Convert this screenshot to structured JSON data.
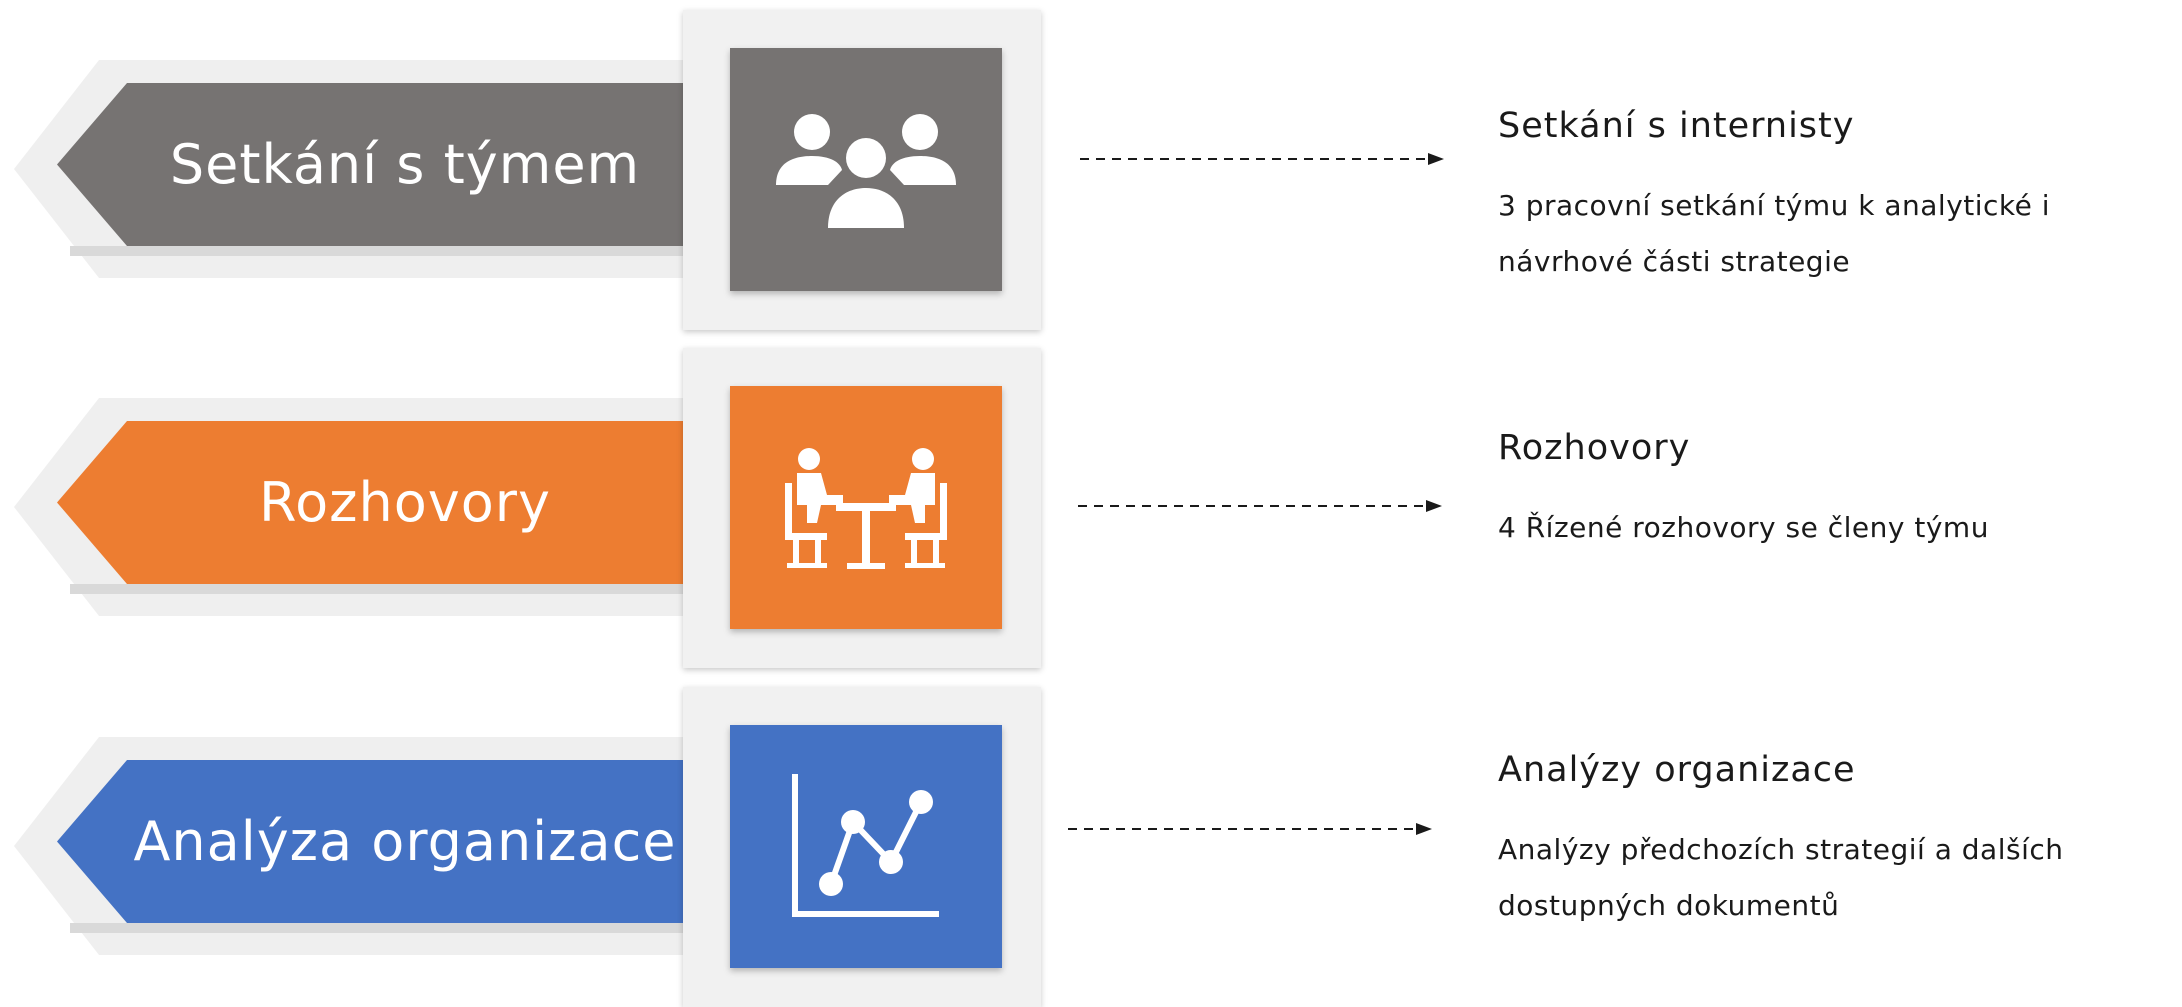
{
  "colors": {
    "gray": "#767372",
    "orange": "#ed7d31",
    "blue": "#4472c4",
    "frame": "#f1f1f1",
    "text": "#1a1a1a"
  },
  "rows": [
    {
      "label": "Setkání s týmem",
      "icon": "team-meeting-icon",
      "title": "Setkání s internisty",
      "description": "3 pracovní setkání týmu k analytické i návrhové části strategie"
    },
    {
      "label": "Rozhovory",
      "icon": "interview-table-icon",
      "title": "Rozhovory",
      "description": "4 Řízené rozhovory se členy týmu"
    },
    {
      "label": "Analýza organizace",
      "icon": "line-chart-icon",
      "title": "Analýzy organizace",
      "description": "Analýzy předchozích strategií a dalších dostupných dokumentů"
    }
  ]
}
